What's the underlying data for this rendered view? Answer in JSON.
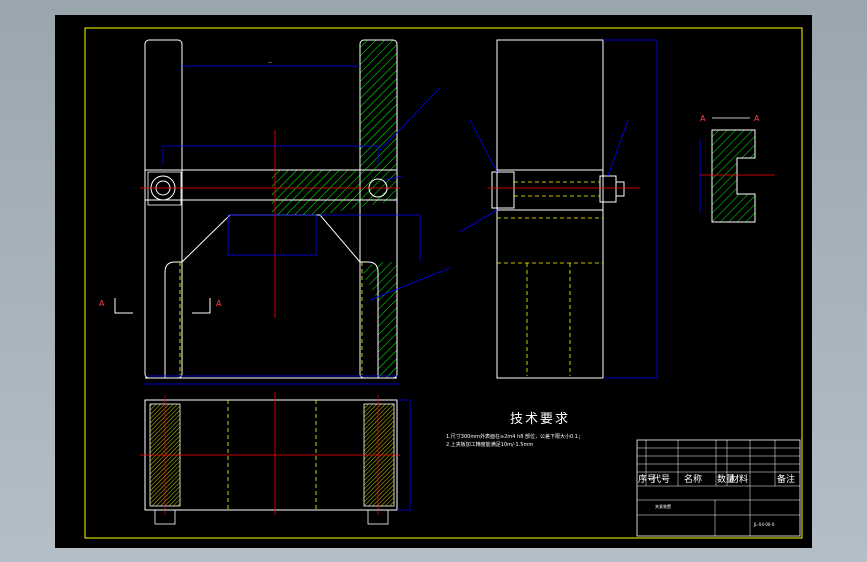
{
  "drawing": {
    "title": "技术要求",
    "requirements": [
      "1.尺寸300mm外表面在≥2m4 h8 部位，公差下限大小0.1；",
      "2.上夹板加工精度能满足10m/-1.5mm"
    ],
    "section_mark": "A",
    "title_block": {
      "headers": [
        "序号",
        "代号",
        "名称",
        "数量",
        "材料",
        "备注"
      ],
      "drawing_code": "JL-04-00-0",
      "part_name": "夹紧装置"
    },
    "colors": {
      "background": "#000000",
      "frame": "#ffff00",
      "outline": "#ffffff",
      "dimension": "#0000ff",
      "centerline": "#ff0000",
      "hidden": "#ffff00",
      "hatch": "#00ff00",
      "annotation": "#0000ff"
    }
  }
}
